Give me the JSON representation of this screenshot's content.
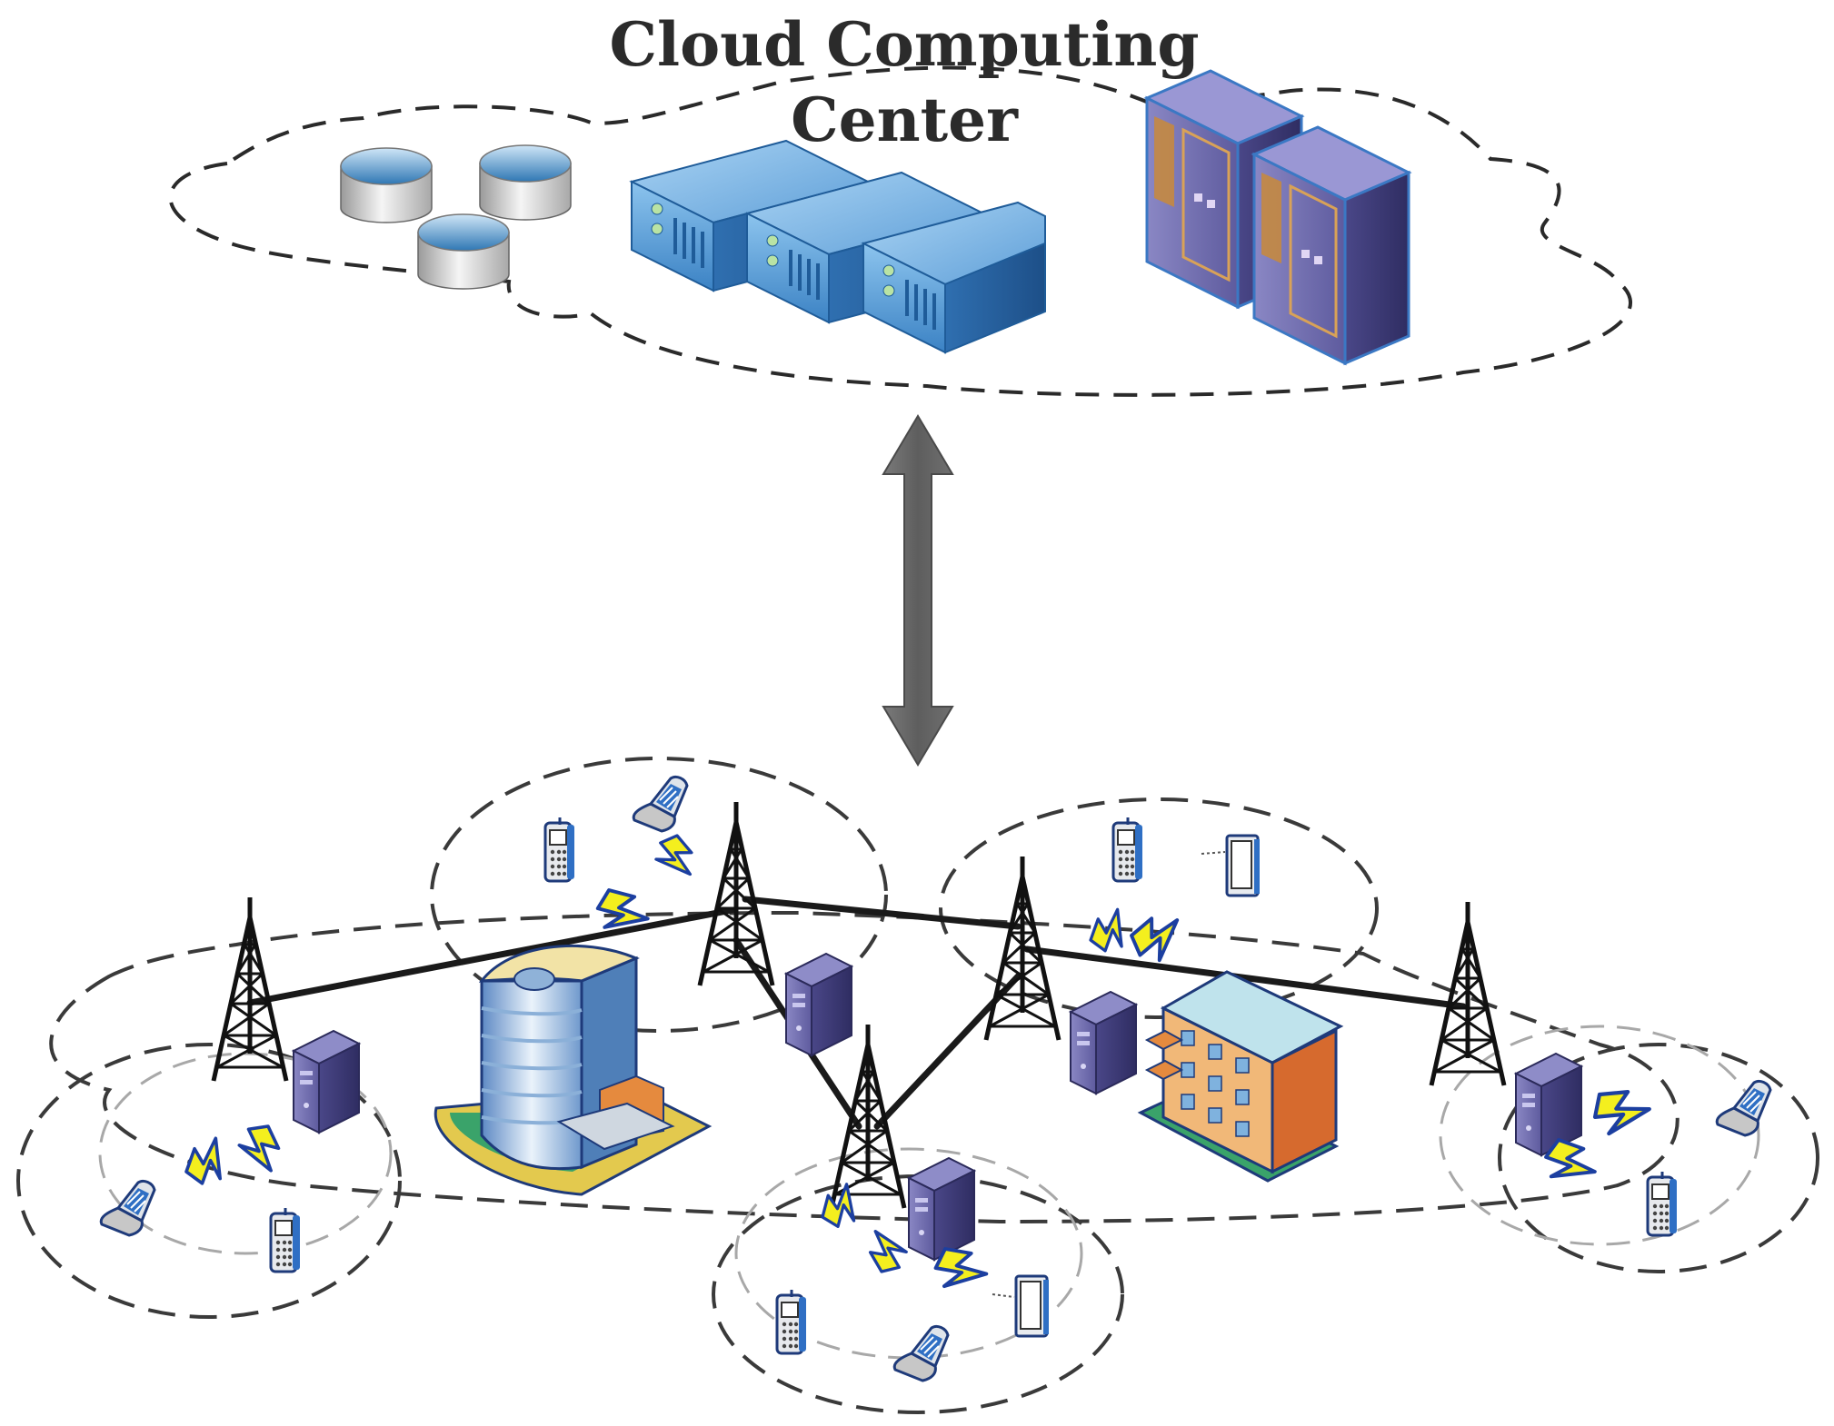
{
  "title": {
    "line1": "Cloud  Computing",
    "line2": "Center"
  },
  "cloud_center": {
    "components": [
      "storage-disks",
      "rack-servers",
      "tower-servers"
    ]
  },
  "link": {
    "type": "bidirectional-arrow",
    "color": "#6b6b6b"
  },
  "edge_network": {
    "towers": 5,
    "edge_servers": 5,
    "buildings": [
      "office-tower-building",
      "apartment-building"
    ],
    "devices": [
      "flip-phone",
      "candybar-phone",
      "tablet"
    ],
    "wireless_link_color": "#f4ef1e"
  },
  "colors": {
    "server_blue": "#4f8fd0",
    "server_purple": "#5b5a9a",
    "accent_orange": "#c98a3a",
    "tower": "#111111"
  }
}
